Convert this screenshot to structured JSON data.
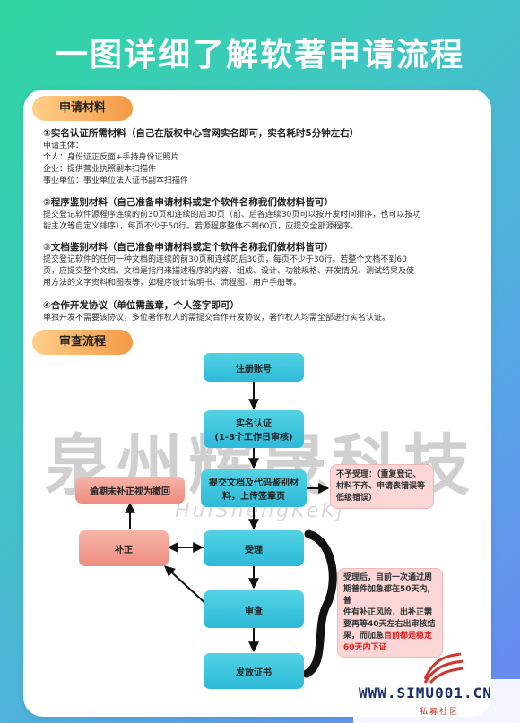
{
  "title": "一图详细了解软著申请流程",
  "materials": {
    "pill": "申请材料",
    "s1": {
      "heading": "①实名认证所需材料（自己在版权中心官网实名即可，实名耗时5分钟左右）",
      "lines": [
        "申请主体：",
        "个人：身份证正反面+手持身份证照片",
        "企业：提供营业执照副本扫描件",
        "事业单位：事业单位法人证书副本扫描件"
      ]
    },
    "s2": {
      "heading": "②程序鉴别材料（自己准备申请材料或定个软件名称我们做材料皆可）",
      "lines": [
        "提交登记软件源程序连续的前30页和连续的后30页（前、后各连续30页可以按开发时间排序，也可以按功",
        "能主次等自定义排序），每页不少于50行。若源程序整体不到60页，应提交全部源程序。"
      ]
    },
    "s3": {
      "heading": "③文档鉴别材料（自己准备申请材料或定个软件名称我们做材料皆可）",
      "lines": [
        "提交登记软件的任何一种文档的连续的前30页和连续的后30页，每页不少于30行。若整个文档不到60",
        "页，应提交整个文档。文档是指用来描述程序的内容、组成、设计、功能规格、开发情况、测试结果及使",
        "用方法的文字资料和图表等，如程序设计说明书、流程图、用户手册等。"
      ]
    },
    "s4": {
      "heading": "④合作开发协议（单位需盖章，个人签字即可）",
      "lines": [
        "单独开发不需要该协议，多位著作权人的需提交合作开发协议，著作权人均需全部进行实名认证。"
      ]
    }
  },
  "review": {
    "pill": "审查流程",
    "nodes": {
      "register": "注册账号",
      "verify_1": "实名认证",
      "verify_2": "(1-3个工作日审核)",
      "submit_1": "提交文档及代码鉴别材",
      "submit_2": "料，上传签章页",
      "accept": "受理",
      "examine": "审查",
      "certificate": "发放证书",
      "supplement": "补正",
      "overdue": "逾期未补正视为撤回"
    },
    "reject_note": [
      "不予受理：（重复登记、",
      "材料不齐、申请表错误等",
      "低级错误）"
    ],
    "timing_note": [
      "受理后，目前一次通过周",
      "期普件加急都在50天内,普",
      "件有补正风险，出补正需",
      "要再等40天左右出审核结",
      "果，而加急"
    ],
    "timing_highlight": "目前都是稳定60天内下证"
  },
  "watermark": {
    "cn": "泉州辉晟科技",
    "en": "HuiShengKeKj"
  },
  "brand": {
    "site": "WWW.SIMU001.CN",
    "sub": "私募社区"
  }
}
